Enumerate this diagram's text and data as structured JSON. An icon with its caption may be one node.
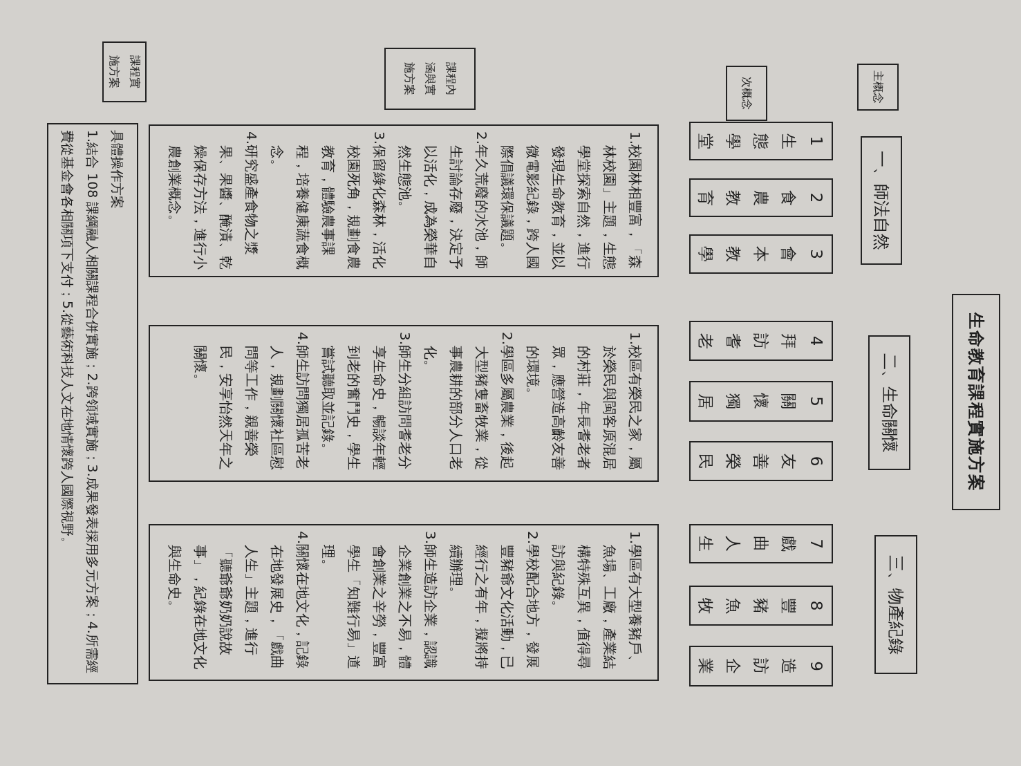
{
  "diagram": {
    "nodes": [
      {
        "text": [
          "生命教育課程實施方案"
        ]
      },
      {
        "text": [
          "主概念"
        ]
      },
      {
        "text": [
          "一、師法自然"
        ]
      },
      {
        "text": [
          "二、生命關懷"
        ]
      },
      {
        "text": [
          "三、物產紀錄"
        ]
      },
      {
        "text": [
          "次概念"
        ]
      },
      {
        "text": [
          "1",
          "生態學堂"
        ]
      },
      {
        "text": [
          "2",
          "食農教育"
        ]
      },
      {
        "text": [
          "3",
          "會本教學"
        ]
      },
      {
        "text": [
          "4",
          "拜訪耆老"
        ]
      },
      {
        "text": [
          "5",
          "關懷獨居"
        ]
      },
      {
        "text": [
          "6",
          "友善榮民"
        ]
      },
      {
        "text": [
          "7",
          "戲曲人生"
        ]
      },
      {
        "text": [
          "8",
          "豐豬魚牧"
        ]
      },
      {
        "text": [
          "9",
          "造訪企業"
        ]
      },
      {
        "text": [
          "課程內涵與實施方案"
        ]
      },
      {
        "text": [
          "1.校園林相豐富，「森林校園」主題，生態學堂探索自然，進行發現生命教育，並以微電影紀錄，跨人國際倡議環保議題。",
          "2.年久荒廢的水池，師生討論存廢，決定予以活化，成為榮華自然生態池。",
          "3.保留綠化森林，活化校園死角，規劃食農教育，體驗農事課程，培養健康蔬食概念。",
          "4.研究盛產食物之漿果、果醬、醃漬、乾燥保存方法，進行小農創業概念。"
        ]
      },
      {
        "text": [
          "1.校區有榮民之家，屬於榮民與閩客原混居的村莊，年長耆老者眾，應營造高齡友善的環境。",
          "2.學區多屬農業，後起大型豬隻畜牧業，從事農耕的部分人口老化。",
          "3.師生分組訪問耆老分享生命史，暢談年輕到老的奮鬥史，學生嘗試聽取並記錄。",
          "4.師生訪問獨居孤苦老人，規劃關懷社區慰問等工作，親善榮民，安享怡然天年之關懷。"
        ]
      },
      {
        "text": [
          "1.學區有大型養豬戶、魚場、工廠，產業結構特殊互異，值得尋訪與紀錄。",
          "2.學校配合地方，發展豐豬爺文化活動，已經行之有年，擬將持續辦理。",
          "3.師生造訪企業，認識企業創業之不易，體會創業之辛勞，豐富學生「知難行易」道理。",
          "4.關懷在地文化，記錄在地發展史，「戲曲人生」主題，進行「聽爺爺奶奶說故事」，紀錄在地文化與生命史。"
        ]
      },
      {
        "text": [
          "課程實施方案"
        ]
      },
      {
        "text": [
          "具體操作方案",
          "1.結合 108 課綱融人相關課程合併實施；2.跨領域實施；3.成果發表採用多元方案；4.所需經費從基金會各相關項下支付；5.從藝術科技人文在地情懷跨人國際視野。"
        ]
      }
    ]
  }
}
